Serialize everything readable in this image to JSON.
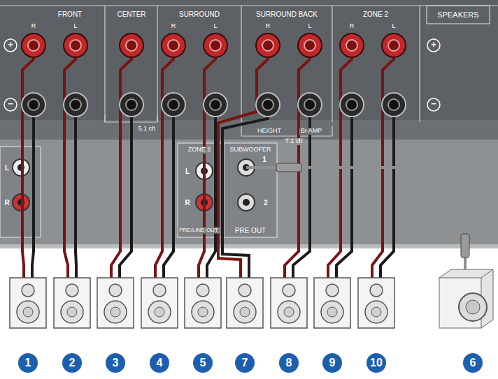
{
  "diagram": {
    "labels": [
      "FRONT",
      "R",
      "L",
      "CENTER",
      "SURROUND",
      "R",
      "L",
      "SURROUND BACK",
      "R",
      "L",
      "ZONE 2",
      "R",
      "L",
      "SPEAKERS",
      "+",
      "+",
      "−",
      "−",
      "5.1 ch",
      "HEIGHT",
      "Bi-AMP",
      "7.1 ch",
      "L",
      "R",
      "ZONE 2",
      "L",
      "R",
      "PRE/LINE OUT",
      "SUBWOOFER",
      "1",
      "2",
      "PRE OUT",
      "1",
      "2",
      "3",
      "4",
      "5",
      "7",
      "8",
      "9",
      "10",
      "6"
    ]
  }
}
